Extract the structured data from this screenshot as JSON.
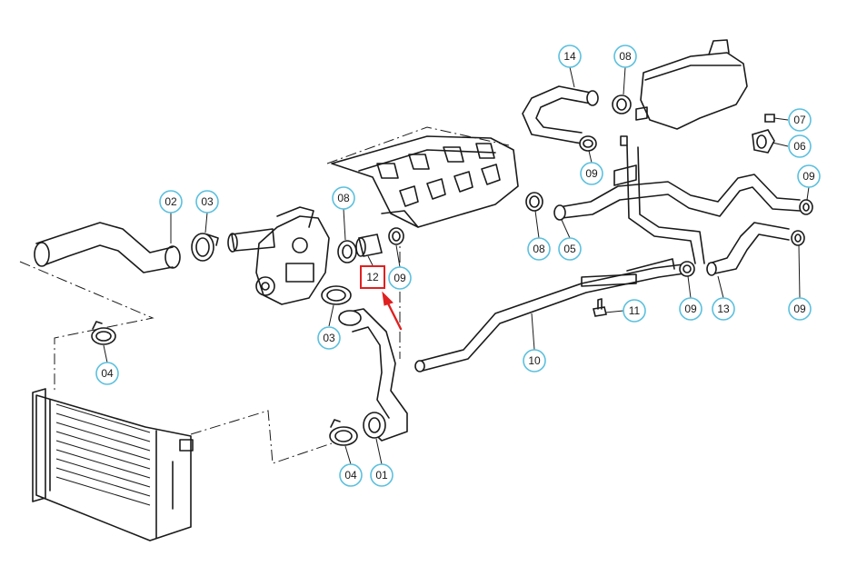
{
  "diagram": {
    "callouts": [
      {
        "label": "02"
      },
      {
        "label": "03"
      },
      {
        "label": "08"
      },
      {
        "label": "09"
      },
      {
        "label": "12"
      },
      {
        "label": "03"
      },
      {
        "label": "04"
      },
      {
        "label": "04"
      },
      {
        "label": "01"
      },
      {
        "label": "14"
      },
      {
        "label": "08"
      },
      {
        "label": "07"
      },
      {
        "label": "06"
      },
      {
        "label": "09"
      },
      {
        "label": "09"
      },
      {
        "label": "08"
      },
      {
        "label": "05"
      },
      {
        "label": "11"
      },
      {
        "label": "09"
      },
      {
        "label": "13"
      },
      {
        "label": "09"
      },
      {
        "label": "10"
      }
    ],
    "highlighted_label": "12",
    "colors": {
      "callout_border": "#5bc0de",
      "highlight": "#e02020",
      "line": "#1a1a1a"
    }
  }
}
